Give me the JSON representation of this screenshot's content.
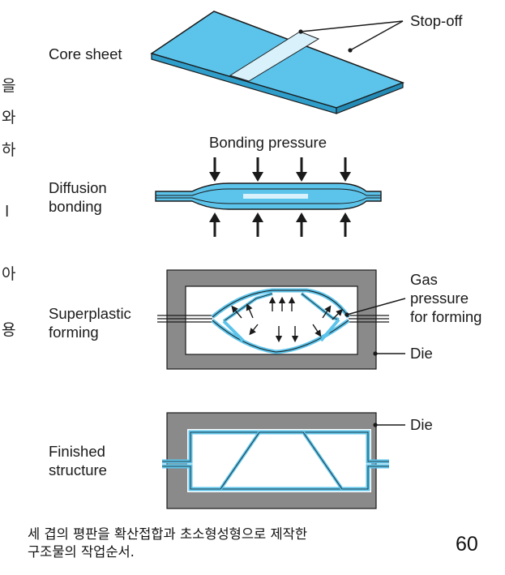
{
  "left_fragments": [
    "을",
    "와",
    "하",
    "l",
    "아",
    "용"
  ],
  "labels": {
    "core_sheet": "Core sheet",
    "stop_off": "Stop-off",
    "bonding_pressure": "Bonding pressure",
    "diffusion_bonding": "Diffusion\nbonding",
    "superplastic_forming": "Superplastic\nforming",
    "gas_pressure": "Gas\npressure\nfor forming",
    "die_1": "Die",
    "die_2": "Die",
    "finished_structure": "Finished\nstructure"
  },
  "caption": "세 겹의 평판을 확산접합과 초소형성형으로 제작한\n구조물의 작업순서.",
  "page_number": "60",
  "colors": {
    "sheet_blue": "#5cc3ea",
    "stop_off_band": "#d8f1fb",
    "die_gray": "#8a8a8a",
    "gas_blue": "#bfe6f7",
    "outline": "#1a1a1a"
  }
}
